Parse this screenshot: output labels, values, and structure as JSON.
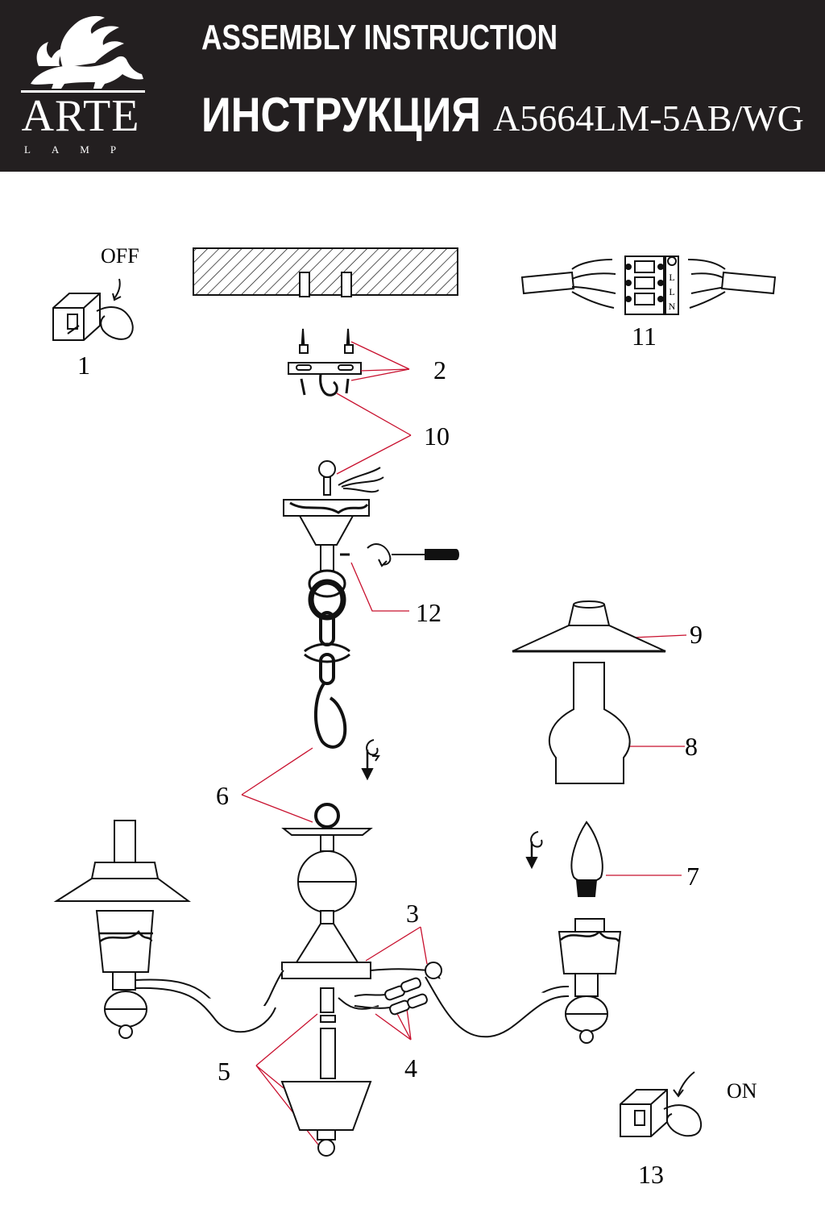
{
  "header": {
    "brand_name": "ARTE",
    "brand_sub": "LAMP",
    "title_en": "ASSEMBLY INSTRUCTION",
    "title_ru": "ИНСТРУКЦИЯ",
    "model": "A5664LM-5AB/WG",
    "logo_icon": "winged-lion-logo-icon"
  },
  "switch": {
    "off_label": "OFF",
    "on_label": "ON"
  },
  "terminal": {
    "letters": [
      "N",
      "L",
      "L"
    ]
  },
  "callouts": [
    "1",
    "2",
    "3",
    "4",
    "5",
    "6",
    "7",
    "8",
    "9",
    "10",
    "11",
    "12",
    "13"
  ],
  "colors": {
    "header_bg": "#231f20",
    "leader_line": "#c8102e",
    "ink": "#111111"
  }
}
